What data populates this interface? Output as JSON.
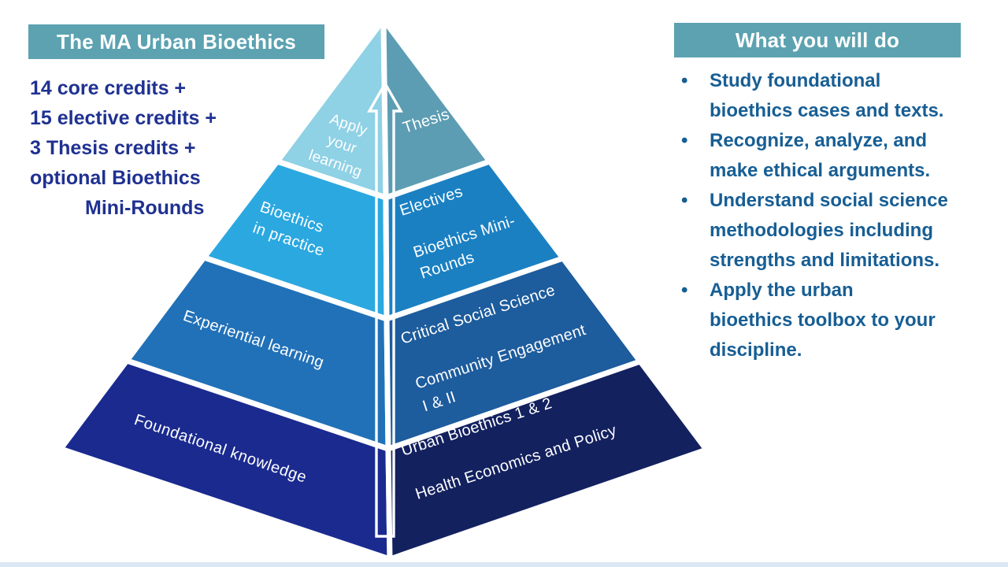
{
  "slide": {
    "background": "#FFFFFF",
    "bottom_strip_color": "#DCE7F4"
  },
  "left_panel": {
    "header": "The MA Urban Bioethics",
    "header_bg": "#5CA2B1",
    "header_text_color": "#FFFFFF",
    "credits_text_color": "#1F3191",
    "credit_lines": [
      "14 core credits +",
      "15 elective credits +",
      "3 Thesis credits +",
      "optional Bioethics",
      "Mini-Rounds"
    ]
  },
  "right_panel": {
    "header": "What you will do",
    "header_bg": "#5CA2B1",
    "header_text_color": "#FFFFFF",
    "bullets_text_color": "#175E94",
    "bullets": [
      {
        "lines": [
          "Study foundational",
          "bioethics cases and texts."
        ]
      },
      {
        "lines": [
          "Recognize, analyze, and",
          "make ethical arguments."
        ]
      },
      {
        "lines": [
          "Understand social science",
          "methodologies including",
          "strengths and limitations."
        ]
      },
      {
        "lines": [
          "Apply the urban",
          "bioethics toolbox to your",
          "discipline."
        ]
      }
    ]
  },
  "pyramid": {
    "label_text_color": "#FFFFFF",
    "arrow_color": "#FFFFFF",
    "gap_color": "#FFFFFF",
    "tiers": [
      {
        "left_label": "Apply your learning",
        "left_lines": [
          "Apply",
          "your",
          "learning"
        ],
        "left_color": "#8FD1E5",
        "right_label": "Thesis",
        "right_lines": [
          "Thesis"
        ],
        "right_color": "#5C9DB3"
      },
      {
        "left_label": "Bioethics in practice",
        "left_lines": [
          "Bioethics",
          "in practice"
        ],
        "left_color": "#2BA8E0",
        "right_label": "Electives / Bioethics Mini-Rounds",
        "right_lines": [
          "Electives",
          "",
          "Bioethics Mini-",
          "Rounds"
        ],
        "right_color": "#1B80C2"
      },
      {
        "left_label": "Experiential learning",
        "left_lines": [
          "Experiential learning"
        ],
        "left_color": "#2171B8",
        "right_label": "Critical Social Science / Community Engagement I & II",
        "right_lines": [
          "Critical Social Science",
          "",
          "Community Engagement",
          "I & II"
        ],
        "right_color": "#1D5C9D"
      },
      {
        "left_label": "Foundational knowledge",
        "left_lines": [
          "Foundational knowledge"
        ],
        "left_color": "#1A2A8F",
        "right_label": "Urban Bioethics 1 & 2 / Health Economics and Policy",
        "right_lines": [
          "Urban Bioethics 1 & 2",
          "",
          "Health Economics and Policy"
        ],
        "right_color": "#13215F"
      }
    ]
  }
}
